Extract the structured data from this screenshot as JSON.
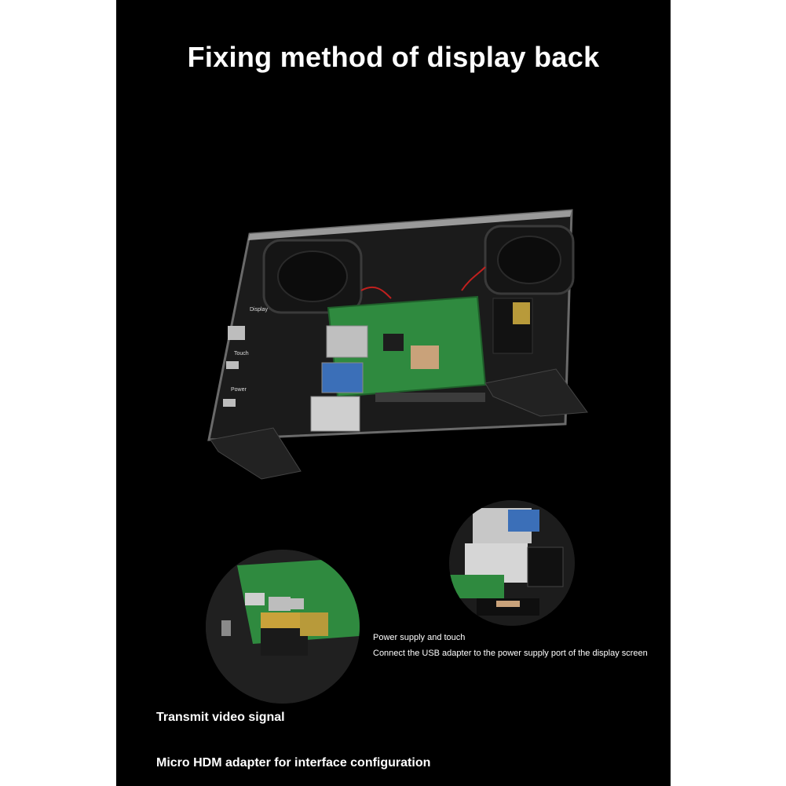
{
  "title": "Fixing method of display back",
  "captions": {
    "power_title": "Power supply and touch",
    "power_desc": "Connect the USB adapter to the power supply port of the display screen",
    "video_title": "Transmit video signal",
    "video_desc": "Micro HDM adapter for interface configuration"
  },
  "board_labels": {
    "display": "Display",
    "touch": "Touch",
    "power": "Power"
  },
  "colors": {
    "background": "#000000",
    "pcb_green": "#2f8a3f",
    "text": "#ffffff"
  }
}
